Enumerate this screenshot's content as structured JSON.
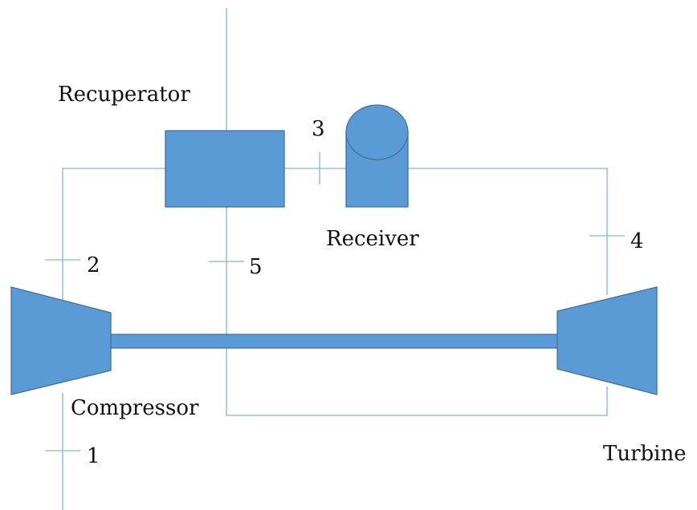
{
  "labels": {
    "recuperator": "Recuperator",
    "receiver": "Receiver",
    "compressor": "Compressor",
    "turbine": "Turbine"
  },
  "state_points": {
    "p1": "1",
    "p2": "2",
    "p3": "3",
    "p4": "4",
    "p5": "5"
  },
  "colors": {
    "component_fill": "#5b9bd5",
    "component_stroke": "#41719c",
    "pipe": "#86b4de",
    "text": "#111111"
  }
}
